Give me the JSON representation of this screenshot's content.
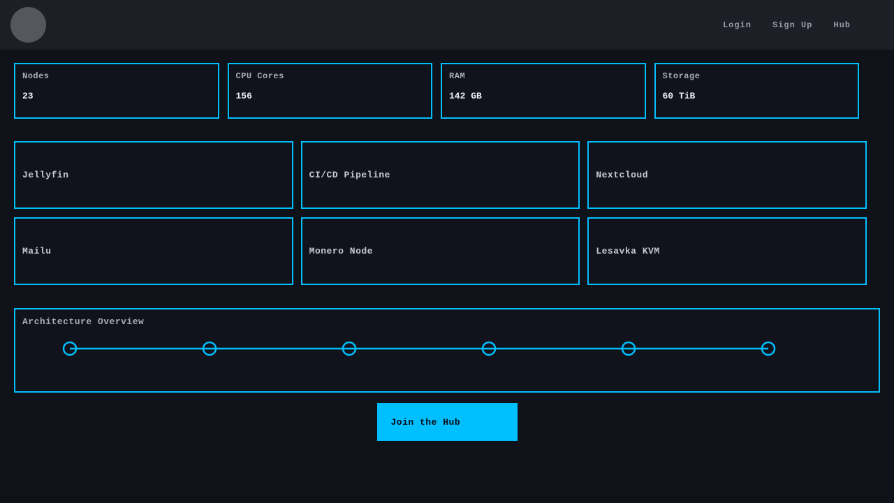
{
  "navbar": {
    "links": [
      {
        "label": "Login"
      },
      {
        "label": "Sign Up"
      },
      {
        "label": "Hub"
      }
    ]
  },
  "stats": [
    {
      "label": "Nodes",
      "value": "23"
    },
    {
      "label": "CPU Cores",
      "value": "156"
    },
    {
      "label": "RAM",
      "value": "142 GB"
    },
    {
      "label": "Storage",
      "value": "60 TiB"
    }
  ],
  "services": [
    {
      "name": "Jellyfin"
    },
    {
      "name": "CI/CD Pipeline"
    },
    {
      "name": "Nextcloud"
    },
    {
      "name": "Mailu"
    },
    {
      "name": "Monero Node"
    },
    {
      "name": "Lesavka KVM"
    }
  ],
  "architecture": {
    "title": "Architecture Overview",
    "node_count": 6
  },
  "cta": {
    "label": "Join the Hub"
  },
  "colors": {
    "accent": "#00BFFF",
    "page_bg": "#10121a",
    "navbar_bg": "#1d1f26",
    "card_bg": "#10131b",
    "label_gray": "#a9aeb9",
    "avatar_gray": "#55575f",
    "button_text": "#0b0d14"
  }
}
